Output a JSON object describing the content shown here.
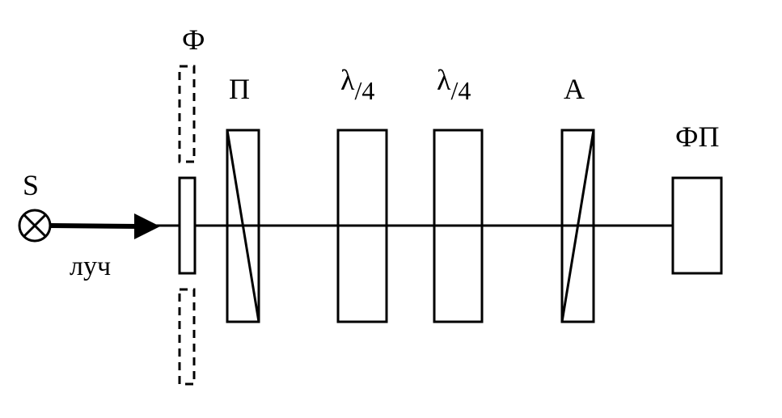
{
  "labels": {
    "source": "S",
    "beam": "луч",
    "filter": "Ф",
    "polarizer": "П",
    "qwp1_lambda": "λ",
    "qwp1_frac": "/4",
    "qwp2_lambda": "λ",
    "qwp2_frac": "/4",
    "analyzer": "А",
    "photodetector": "ФП"
  },
  "colors": {
    "stroke": "#000000",
    "background": "#ffffff"
  }
}
